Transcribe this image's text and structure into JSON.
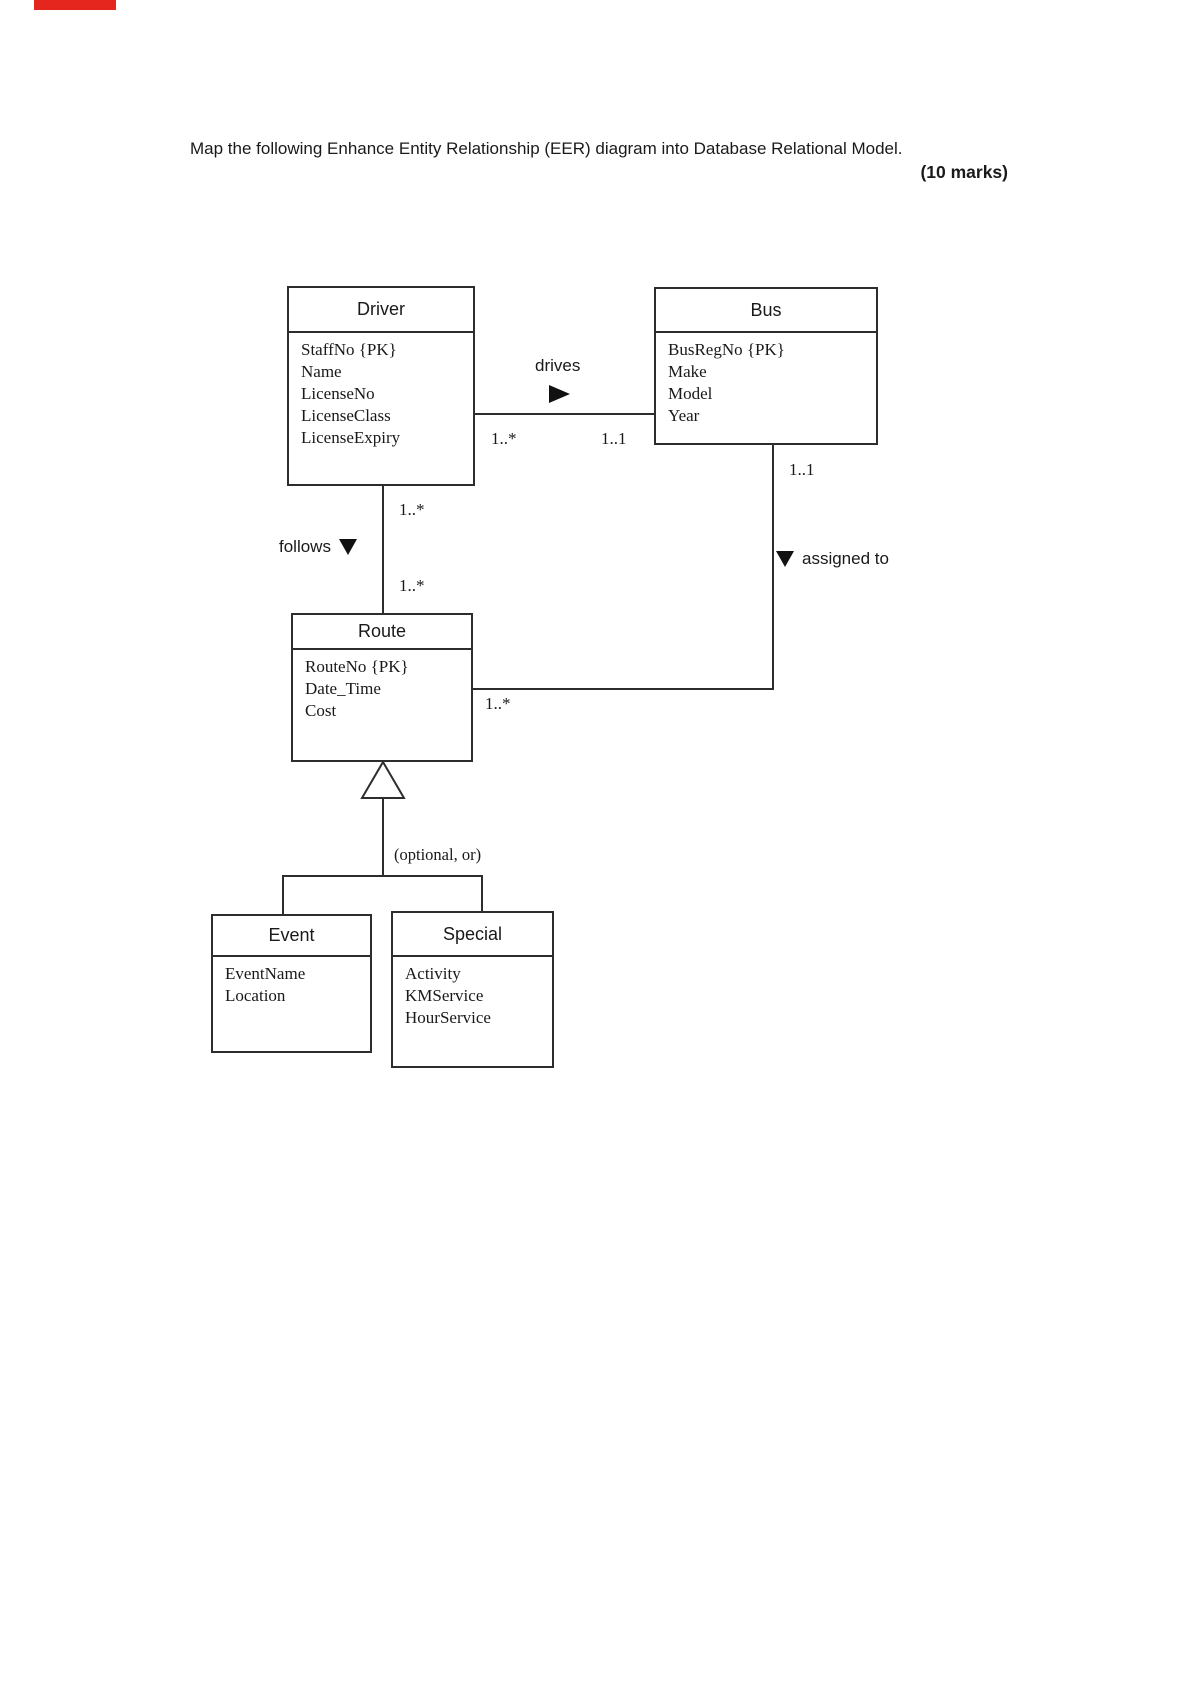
{
  "header": {
    "instruction": "Map the following Enhance Entity Relationship (EER) diagram into Database Relational Model.",
    "marks": "(10 marks)"
  },
  "entities": [
    {
      "name": "Driver",
      "attributes": [
        "StaffNo {PK}",
        "Name",
        "LicenseNo",
        "LicenseClass",
        "LicenseExpiry"
      ]
    },
    {
      "name": "Bus",
      "attributes": [
        "BusRegNo {PK}",
        "Make",
        "Model",
        "Year"
      ]
    },
    {
      "name": "Route",
      "attributes": [
        "RouteNo {PK}",
        "Date_Time",
        "Cost"
      ]
    },
    {
      "name": "Event",
      "attributes": [
        "EventName",
        "Location"
      ]
    },
    {
      "name": "Special",
      "attributes": [
        "Activity",
        "KMService",
        "HourService"
      ]
    }
  ],
  "relationships": [
    {
      "label": "drives",
      "from": "Driver",
      "to": "Bus",
      "from_card": "1..*",
      "to_card": "1..1"
    },
    {
      "label": "follows",
      "from": "Driver",
      "to": "Route",
      "from_card": "1..*",
      "to_card": "1..*"
    },
    {
      "label": "assigned to",
      "from": "Bus",
      "to": "Route",
      "from_card": "1..1",
      "to_card": "1..*"
    }
  ],
  "generalization": {
    "parent": "Route",
    "constraint": "(optional, or)",
    "children": [
      "Event",
      "Special"
    ]
  }
}
